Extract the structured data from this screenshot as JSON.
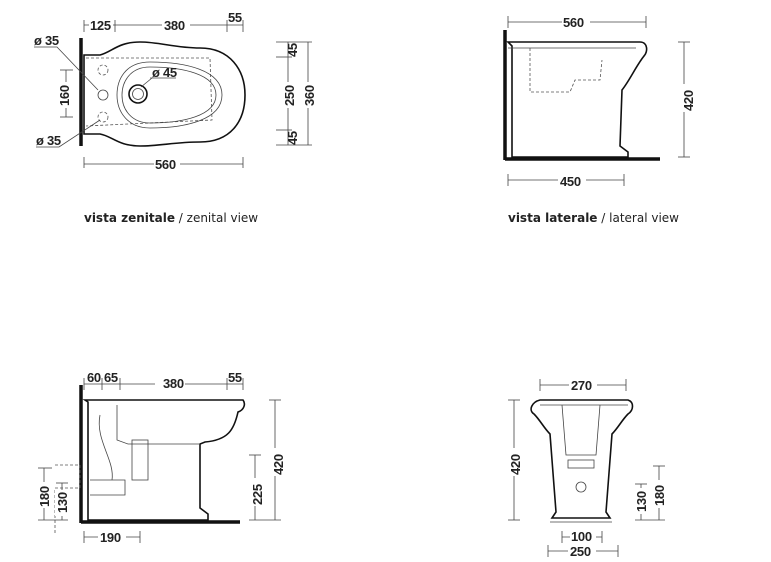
{
  "views": {
    "zenital": {
      "caption_it": "vista zenitale",
      "caption_sep": " / ",
      "caption_en": "zenital view",
      "dims": {
        "d125": "125",
        "d380": "380",
        "d55": "55",
        "d560": "560",
        "d160": "160",
        "d250": "250",
        "d360": "360",
        "d45a": "45",
        "d45b": "45",
        "phi35a": "ø 35",
        "phi35b": "ø 35",
        "phi45": "ø 45"
      }
    },
    "lateral": {
      "caption_it": "vista laterale",
      "caption_sep": " / ",
      "caption_en": "lateral view",
      "dims": {
        "d560": "560",
        "d420": "420",
        "d450": "450"
      }
    },
    "section": {
      "dims": {
        "d60": "60",
        "d65": "65",
        "d380": "380",
        "d55": "55",
        "d420": "420",
        "d225": "225",
        "d180": "180",
        "d130": "130",
        "d190": "190"
      }
    },
    "front": {
      "dims": {
        "d270": "270",
        "d420": "420",
        "d130": "130",
        "d180": "180",
        "d100": "100",
        "d250": "250"
      }
    }
  }
}
